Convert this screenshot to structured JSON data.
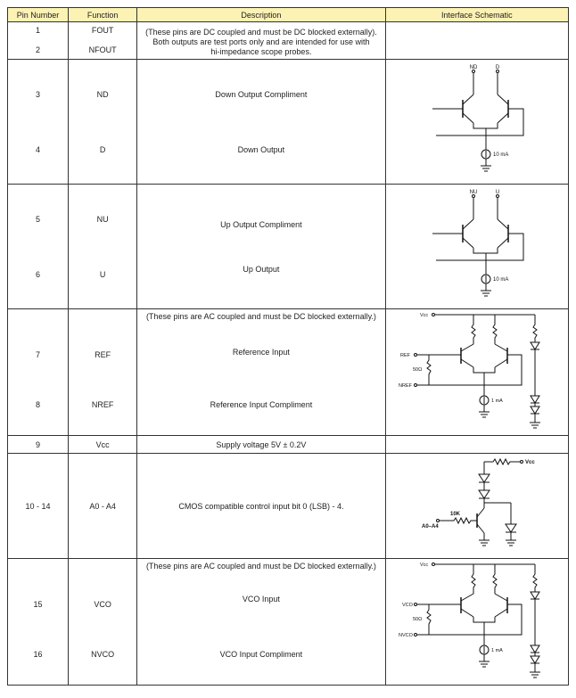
{
  "headers": {
    "pin": "Pin Number",
    "function": "Function",
    "description": "Description",
    "schematic": "Interface Schematic"
  },
  "rows": {
    "r1": {
      "pin_a": "1",
      "pin_b": "2",
      "fn_a": "FOUT",
      "fn_b": "NFOUT",
      "desc": [
        "(These pins are DC coupled and must be DC blocked externally).",
        "Both outputs are test ports only and are intended for use with",
        "hi-impedance scope probes."
      ]
    },
    "r2": {
      "pin_a": "3",
      "pin_b": "4",
      "fn_a": "ND",
      "fn_b": "D",
      "desc_a": "Down Output Compliment",
      "desc_b": "Down Output",
      "sch": {
        "left": "ND",
        "right": "D",
        "current": "10 mA"
      }
    },
    "r3": {
      "pin_a": "5",
      "pin_b": "6",
      "fn_a": "NU",
      "fn_b": "U",
      "desc_a": "Up Output Compliment",
      "desc_b": "Up Output",
      "sch": {
        "left": "NU",
        "right": "U",
        "current": "10 mA"
      }
    },
    "r4": {
      "pin_a": "7",
      "pin_b": "8",
      "fn_a": "REF",
      "fn_b": "NREF",
      "note": "(These pins are AC coupled and must be DC blocked externally.)",
      "desc_a": "Reference Input",
      "desc_b": "Reference Input Compliment",
      "sch": {
        "vcc": "Vcc",
        "in": "REF",
        "nin": "NREF",
        "res": "50Ω",
        "current": "1 mA"
      }
    },
    "r5": {
      "pin": "9",
      "fn": "Vcc",
      "desc": "Supply voltage 5V ± 0.2V"
    },
    "r6": {
      "pin": "10 - 14",
      "fn": "A0 - A4",
      "desc": "CMOS compatible control input bit 0 (LSB) - 4.",
      "sch": {
        "vcc": "Vcc",
        "res": "10K",
        "in": "A0–A4"
      }
    },
    "r7": {
      "pin_a": "15",
      "pin_b": "16",
      "fn_a": "VCO",
      "fn_b": "NVCO",
      "note": "(These pins are AC coupled and must be DC blocked externally.)",
      "desc_a": "VCO Input",
      "desc_b": "VCO Input Compliment",
      "sch": {
        "vcc": "Vcc",
        "in": "VCO",
        "nin": "NVCO",
        "res": "50Ω",
        "current": "1 mA"
      }
    }
  }
}
